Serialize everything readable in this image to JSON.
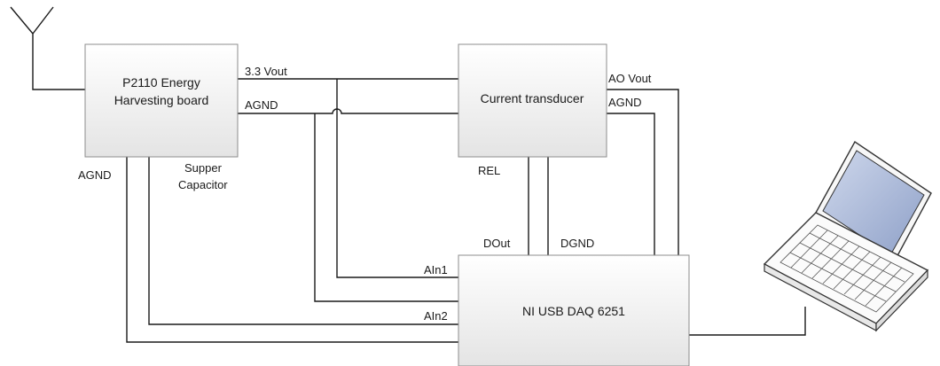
{
  "blocks": {
    "energy_board": {
      "line1": "P2110 Energy",
      "line2": "Harvesting board"
    },
    "current_transducer": {
      "label": "Current transducer"
    },
    "daq": {
      "label": "NI USB DAQ 6251"
    }
  },
  "signals": {
    "vout_3v3": "3.3 Vout",
    "agnd_board_right": "AGND",
    "agnd_board_left": "AGND",
    "supercap_line1": "Supper",
    "supercap_line2": "Capacitor",
    "ao_vout": "AO Vout",
    "agnd_transducer": "AGND",
    "rel": "REL",
    "dout": "DOut",
    "dgnd": "DGND",
    "ain1": "AIn1",
    "ain2": "AIn2"
  },
  "icons": [
    "antenna-icon",
    "laptop-icon"
  ],
  "colors": {
    "line": "#1a1a1a",
    "box_border": "#8c8c8c",
    "box_fill_top": "#ffffff",
    "box_fill_bottom": "#e4e4e4"
  }
}
